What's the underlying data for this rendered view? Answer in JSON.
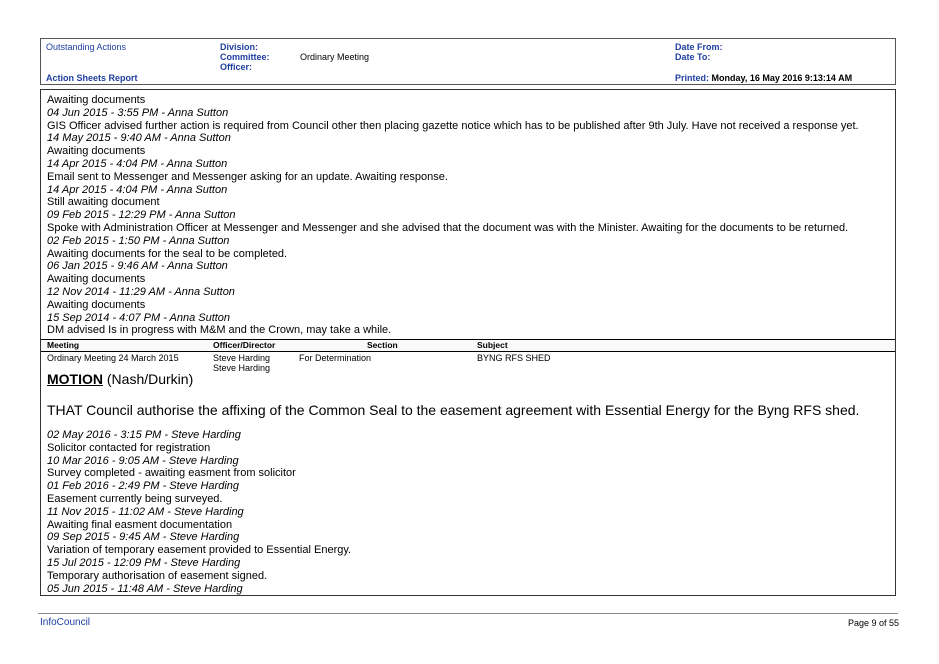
{
  "header": {
    "outstanding_actions": "Outstanding Actions",
    "report_name": "Action Sheets Report",
    "division_label": "Division:",
    "committee_label": "Committee:",
    "committee_value": "Ordinary Meeting",
    "officer_label": "Officer:",
    "date_from_label": "Date From:",
    "date_to_label": "Date To:",
    "printed_label": "Printed:",
    "printed_value": "Monday, 16 May 2016  9:13:14 AM"
  },
  "notes_first": [
    {
      "text": "Awaiting documents",
      "italic": false
    },
    {
      "text": "04 Jun 2015 - 3:55 PM - Anna Sutton",
      "italic": true
    },
    {
      "text": "GIS Officer advised further action is required from Council other then placing gazette notice which has to be published after 9th July. Have not received a response yet.",
      "italic": false
    },
    {
      "text": "14 May 2015 - 9:40 AM - Anna Sutton",
      "italic": true
    },
    {
      "text": "Awaiting documents",
      "italic": false
    },
    {
      "text": "14 Apr 2015 - 4:04 PM - Anna Sutton",
      "italic": true
    },
    {
      "text": "Email sent to Messenger and Messenger asking for an update. Awaiting response.",
      "italic": false
    },
    {
      "text": "14 Apr 2015 - 4:04 PM - Anna Sutton",
      "italic": true
    },
    {
      "text": "Still awaiting document",
      "italic": false
    },
    {
      "text": "09 Feb 2015 - 12:29 PM - Anna Sutton",
      "italic": true
    },
    {
      "text": "Spoke with Administration Officer at Messenger and Messenger and she advised that the document was with the Minister. Awaiting for the documents to be returned.",
      "italic": false
    },
    {
      "text": "02 Feb 2015 - 1:50 PM - Anna Sutton",
      "italic": true
    },
    {
      "text": "Awaiting documents for the seal to be completed.",
      "italic": false
    },
    {
      "text": "06 Jan 2015 - 9:46 AM - Anna Sutton",
      "italic": true
    },
    {
      "text": "Awaiting documents",
      "italic": false
    },
    {
      "text": "12 Nov 2014 - 11:29 AM - Anna Sutton",
      "italic": true
    },
    {
      "text": "Awaiting documents",
      "italic": false
    },
    {
      "text": "15 Sep 2014 - 4:07 PM - Anna Sutton",
      "italic": true
    },
    {
      "text": "DM advised Is in progress with M&M and the Crown, may take a while.",
      "italic": false
    }
  ],
  "table": {
    "headers": {
      "meeting": "Meeting",
      "officer": "Officer/Director",
      "section": "Section",
      "subject": "Subject"
    },
    "row": {
      "meeting": "Ordinary Meeting 24 March 2015",
      "officer1": "Steve Harding",
      "officer2": "Steve Harding",
      "section": "For Determination",
      "subject": "BYNG RFS SHED"
    }
  },
  "motion": {
    "label": "MOTION",
    "movers": " (Nash/Durkin)",
    "resolution": "THAT Council authorise the affixing of the Common Seal to the easement agreement with Essential Energy for the Byng RFS shed."
  },
  "notes_second": [
    {
      "text": "02 May 2016 - 3:15 PM - Steve Harding",
      "italic": true
    },
    {
      "text": "Solicitor contacted for registration",
      "italic": false
    },
    {
      "text": "10 Mar 2016 - 9:05 AM - Steve Harding",
      "italic": true
    },
    {
      "text": "Survey completed - awaiting easment from solicitor",
      "italic": false
    },
    {
      "text": "01 Feb 2016 - 2:49 PM - Steve Harding",
      "italic": true
    },
    {
      "text": "Easement currently being surveyed.",
      "italic": false
    },
    {
      "text": "11 Nov 2015 - 11:02 AM - Steve Harding",
      "italic": true
    },
    {
      "text": "Awaiting final easment documentation",
      "italic": false
    },
    {
      "text": "09 Sep 2015 - 9:45 AM - Steve Harding",
      "italic": true
    },
    {
      "text": "Variation of temporary easement provided to Essential Energy.",
      "italic": false
    },
    {
      "text": "15 Jul 2015 - 12:09 PM - Steve Harding",
      "italic": true
    },
    {
      "text": "Temporary authorisation of easement signed.",
      "italic": false
    },
    {
      "text": "05 Jun 2015 - 11:48 AM - Steve Harding",
      "italic": true
    }
  ],
  "footer": {
    "brand": "InfoCouncil",
    "page": "Page 9 of 55"
  }
}
